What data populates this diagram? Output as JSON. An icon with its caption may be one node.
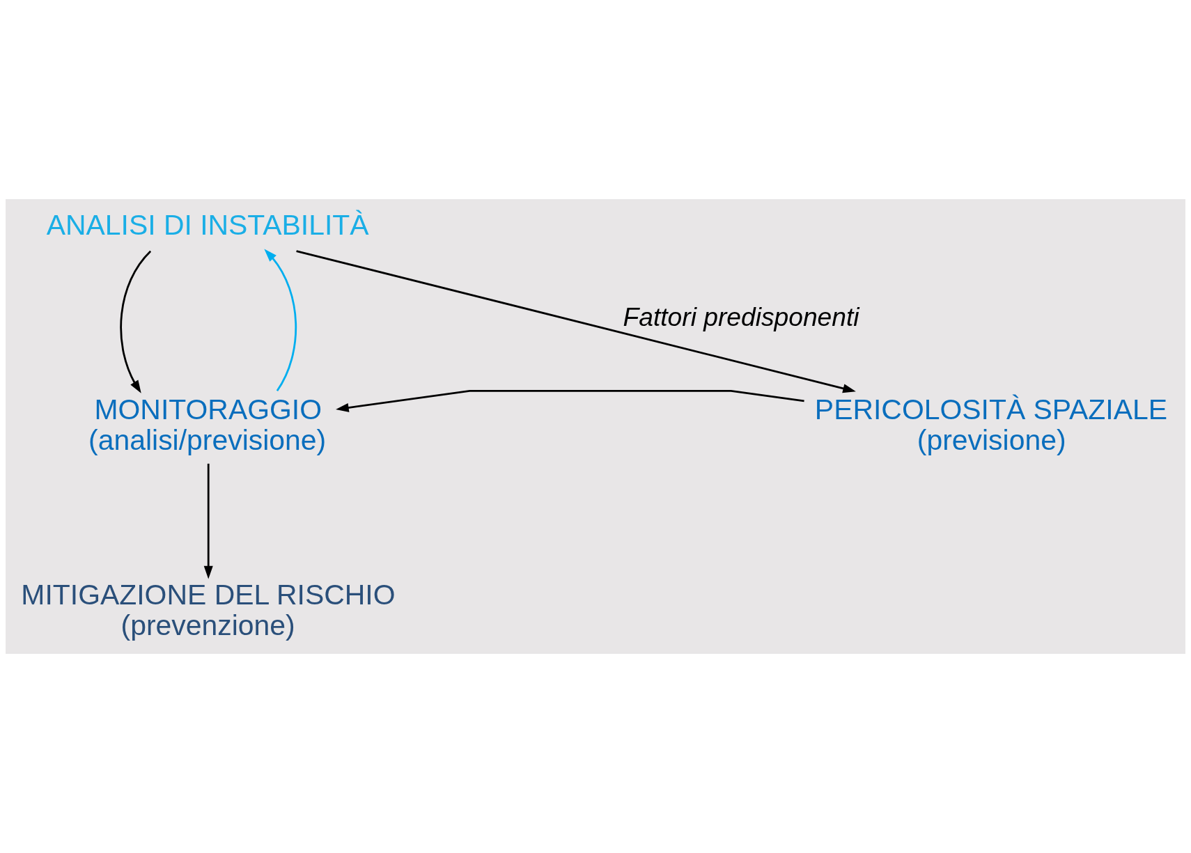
{
  "diagram": {
    "nodes": [
      {
        "text": [
          "ANALISI DI INSTABILITÀ"
        ]
      },
      {
        "text": [
          "MONITORAGGIO",
          "(analisi/previsione)"
        ]
      },
      {
        "text": [
          "PERICOLOSITÀ SPAZIALE",
          "(previsione)"
        ]
      },
      {
        "text": [
          "MITIGAZIONE DEL RISCHIO",
          "(prevenzione)"
        ]
      }
    ],
    "edges": [
      {
        "from": 0,
        "to": 1,
        "arrow": "to"
      },
      {
        "from": 0,
        "to": 2,
        "arrow": "to",
        "label": "Fattori predisponenti"
      },
      {
        "from": 1,
        "to": 0,
        "arrow": "to",
        "color": "#00aeef"
      },
      {
        "from": 2,
        "to": 1,
        "arrow": "to"
      },
      {
        "from": 1,
        "to": 3,
        "arrow": "to"
      }
    ]
  }
}
